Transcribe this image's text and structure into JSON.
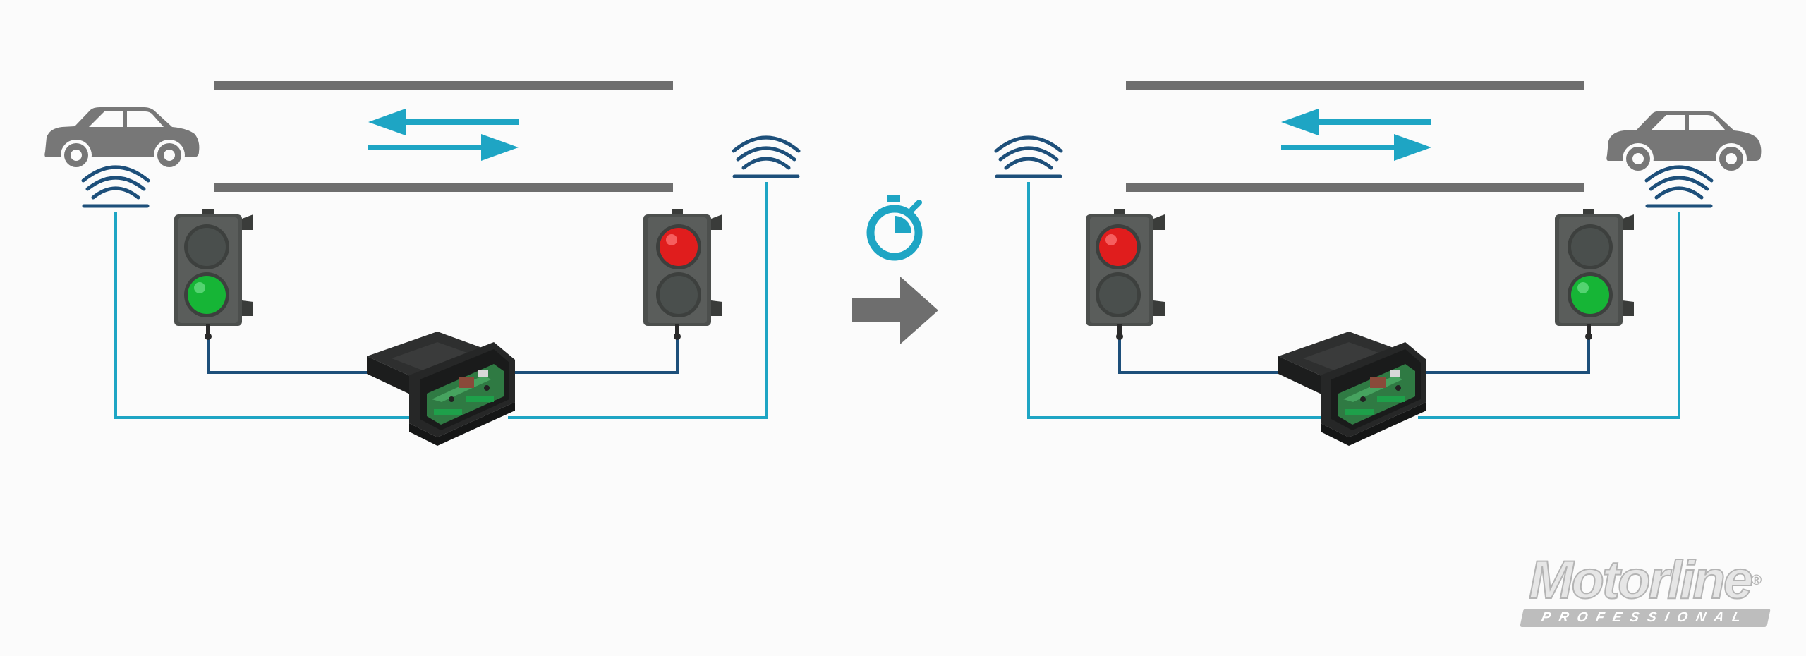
{
  "diagram": {
    "state_before": {
      "car_position": "left",
      "left_light": {
        "red": false,
        "green": true
      },
      "right_light": {
        "red": true,
        "green": false
      }
    },
    "transition": {
      "timer_icon": "stopwatch-icon",
      "arrow_icon": "arrow-right-icon"
    },
    "state_after": {
      "car_position": "right",
      "left_light": {
        "red": true,
        "green": false
      },
      "right_light": {
        "red": false,
        "green": true
      }
    }
  },
  "logo": {
    "name": "Motorline",
    "trademark": "®",
    "tagline": "PROFESSIONAL"
  },
  "colors": {
    "road": "#6e6e6e",
    "accent": "#1ea5c4",
    "wire_dark": "#1d4f7a",
    "car": "#777777",
    "red_on": "#e01d1d",
    "green_on": "#16b536",
    "lamp_off": "#4a4f4d",
    "background": "#fbfbfb"
  }
}
